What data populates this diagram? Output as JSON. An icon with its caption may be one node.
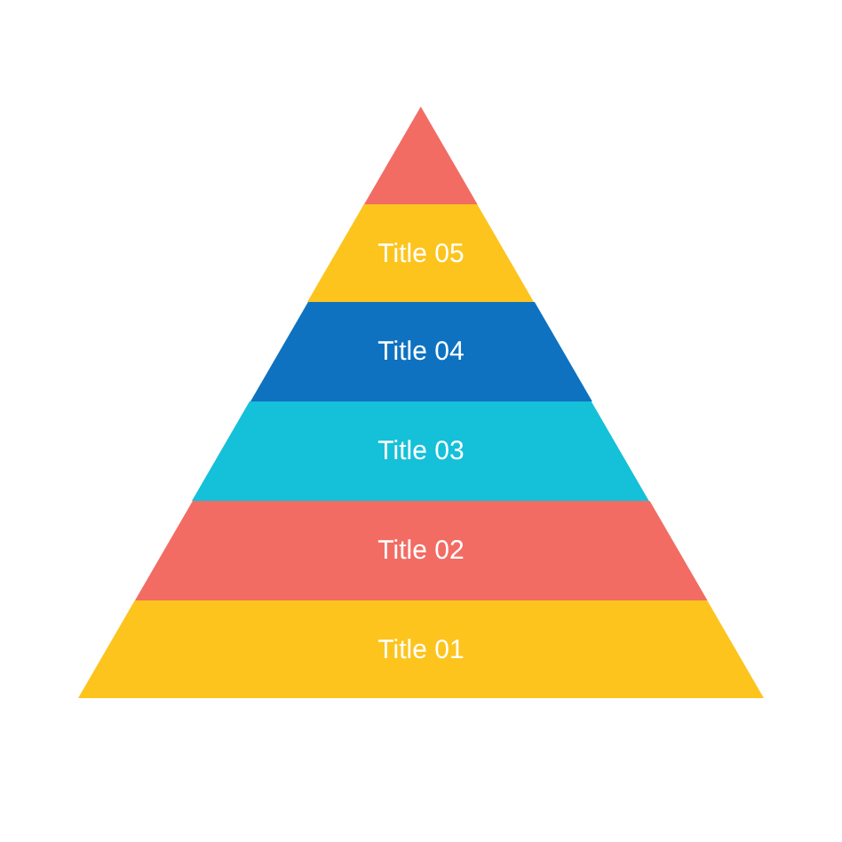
{
  "diagram": {
    "nodes": [
      {
        "text": [],
        "shape": "triangle"
      },
      {
        "text": [
          "Title 05"
        ]
      },
      {
        "text": [
          "Title 04"
        ]
      },
      {
        "text": [
          "Title 03"
        ]
      },
      {
        "text": [
          "Title 02"
        ]
      },
      {
        "text": [
          "Title 01"
        ]
      }
    ]
  }
}
